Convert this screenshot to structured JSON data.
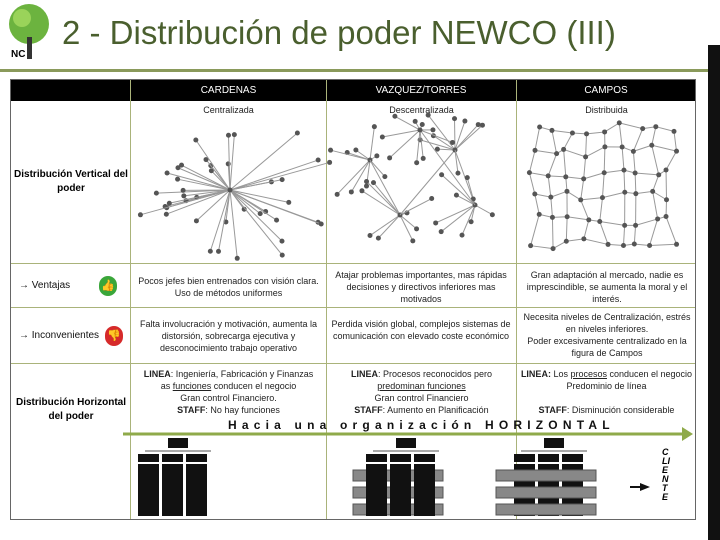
{
  "header": {
    "title": "2 - Distribución de poder NEWCO (III)",
    "logo_text": "NC"
  },
  "table": {
    "columns": [
      "CARDENAS",
      "VAZQUEZ/TORRES",
      "CAMPOS"
    ],
    "rows": {
      "vertical": {
        "label": "Distribución Vertical del poder",
        "cells": [
          "Centralizada",
          "Descentralizada",
          "Distribuida"
        ]
      },
      "ventajas": {
        "label": "→ Ventajas",
        "icon": "thumbs-up-icon",
        "cells": [
          "Pocos jefes bien entrenados con visión clara. Uso de métodos uniformes",
          "Atajar problemas importantes, mas rápidas decisiones y directivos inferiores mas motivados",
          "Gran adaptación al mercado, nadie es imprescindible, se aumenta la moral y el interés."
        ]
      },
      "inconvenientes": {
        "label": "→ Inconvenientes",
        "icon": "thumbs-down-icon",
        "cells": [
          "Falta involucración y motivación, aumenta la distorsión, sobrecarga ejecutiva y desconocimiento trabajo operativo",
          "Perdida visión global, complejos sistemas de comunicación con elevado coste económico",
          "Necesita niveles de Centralización, estrés en niveles inferiores.",
          "Poder excesivamente centralizado en la figura de Campos"
        ]
      },
      "horizontal": {
        "label": "Distribución Horizontal del poder",
        "c1": {
          "b1": "LINEA",
          "t1": ": Ingeniería,  Fabricación y Finanzas",
          "t2a": "as ",
          "u": "funciones",
          "t2b": " conducen el negocio",
          "t3": "Gran control Financiero.",
          "b2": "STAFF",
          "t4": ": No hay funciones"
        },
        "c2": {
          "b1": "LINEA",
          "t1": ": Procesos reconocidos pero",
          "u": "predominan funciones",
          "t3": "Gran control Financiero",
          "b2": "STAFF",
          "t4": ": Aumento en Planificación"
        },
        "c3": {
          "b1": "LINEA:",
          "t1a": " Los ",
          "u": "procesos",
          "t1b": " conducen el negocio",
          "t2": "Predominio de línea",
          "b2": "STAFF",
          "t4": ": Disminución considerable"
        },
        "arrow_text": "Hacia una organización HORIZONTAL",
        "cliente": "CLIENTE"
      }
    }
  },
  "colors": {
    "accent": "#4a5f2e",
    "arrow": "#8faa4a"
  }
}
